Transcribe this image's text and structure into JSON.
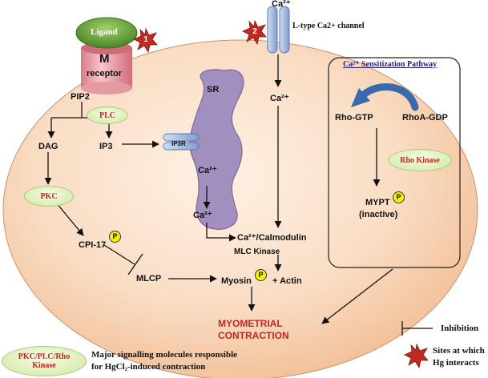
{
  "membrane": {
    "ligand": "Ligand",
    "m": "M",
    "receptor": "receptor"
  },
  "sites": {
    "site1": "1",
    "site2": "2"
  },
  "channel": {
    "ca_top": "Ca²⁺",
    "label": "L-type Ca2+ channel",
    "ca_inside": "Ca²⁺"
  },
  "sr": {
    "label": "SR",
    "ip3r": "IP3R",
    "ca_in_sr": "Ca²⁺",
    "ca_released": "Ca²⁺"
  },
  "pathway": {
    "pip2": "PIP2",
    "plc": "PLC",
    "dag": "DAG",
    "ip3": "IP3",
    "pkc": "PKC",
    "cpi17": "CPI-17",
    "p": "P",
    "mlcp": "MLCP",
    "ca_calmodulin": "Ca²⁺/Calmodulin",
    "mlc_kinase": "MLC Kinase",
    "myosin": "Myosin",
    "plus_actin": "+ Actin",
    "outcome_line1": "MYOMETRIAL",
    "outcome_line2": "CONTRACTION"
  },
  "sensitization": {
    "title": "Ca²⁺ Sensitization Pathway",
    "rho_gtp": "Rho-GTP",
    "rhoa_gdp": "RhoA-GDP",
    "rho_kinase": "Rho Kinase",
    "mypt": "MYPT",
    "mypt_state": "(inactive)"
  },
  "legend": {
    "oval_label_line1": "PKC/PLC/Rho",
    "oval_label_line2": "Kinase",
    "oval_desc_line1": "Major signalling molecules responsible",
    "oval_desc_line2": "for HgCl₂-induced contraction",
    "inhibition": "Inhibition",
    "sites_line1": "Sites at which",
    "sites_line2": "Hg interacts"
  },
  "colors": {
    "cell_fill": "#f6cfae",
    "outcome_text": "#c0281e",
    "sr_fill": "#a08fbf",
    "channel_fill": "#a7bde3"
  }
}
